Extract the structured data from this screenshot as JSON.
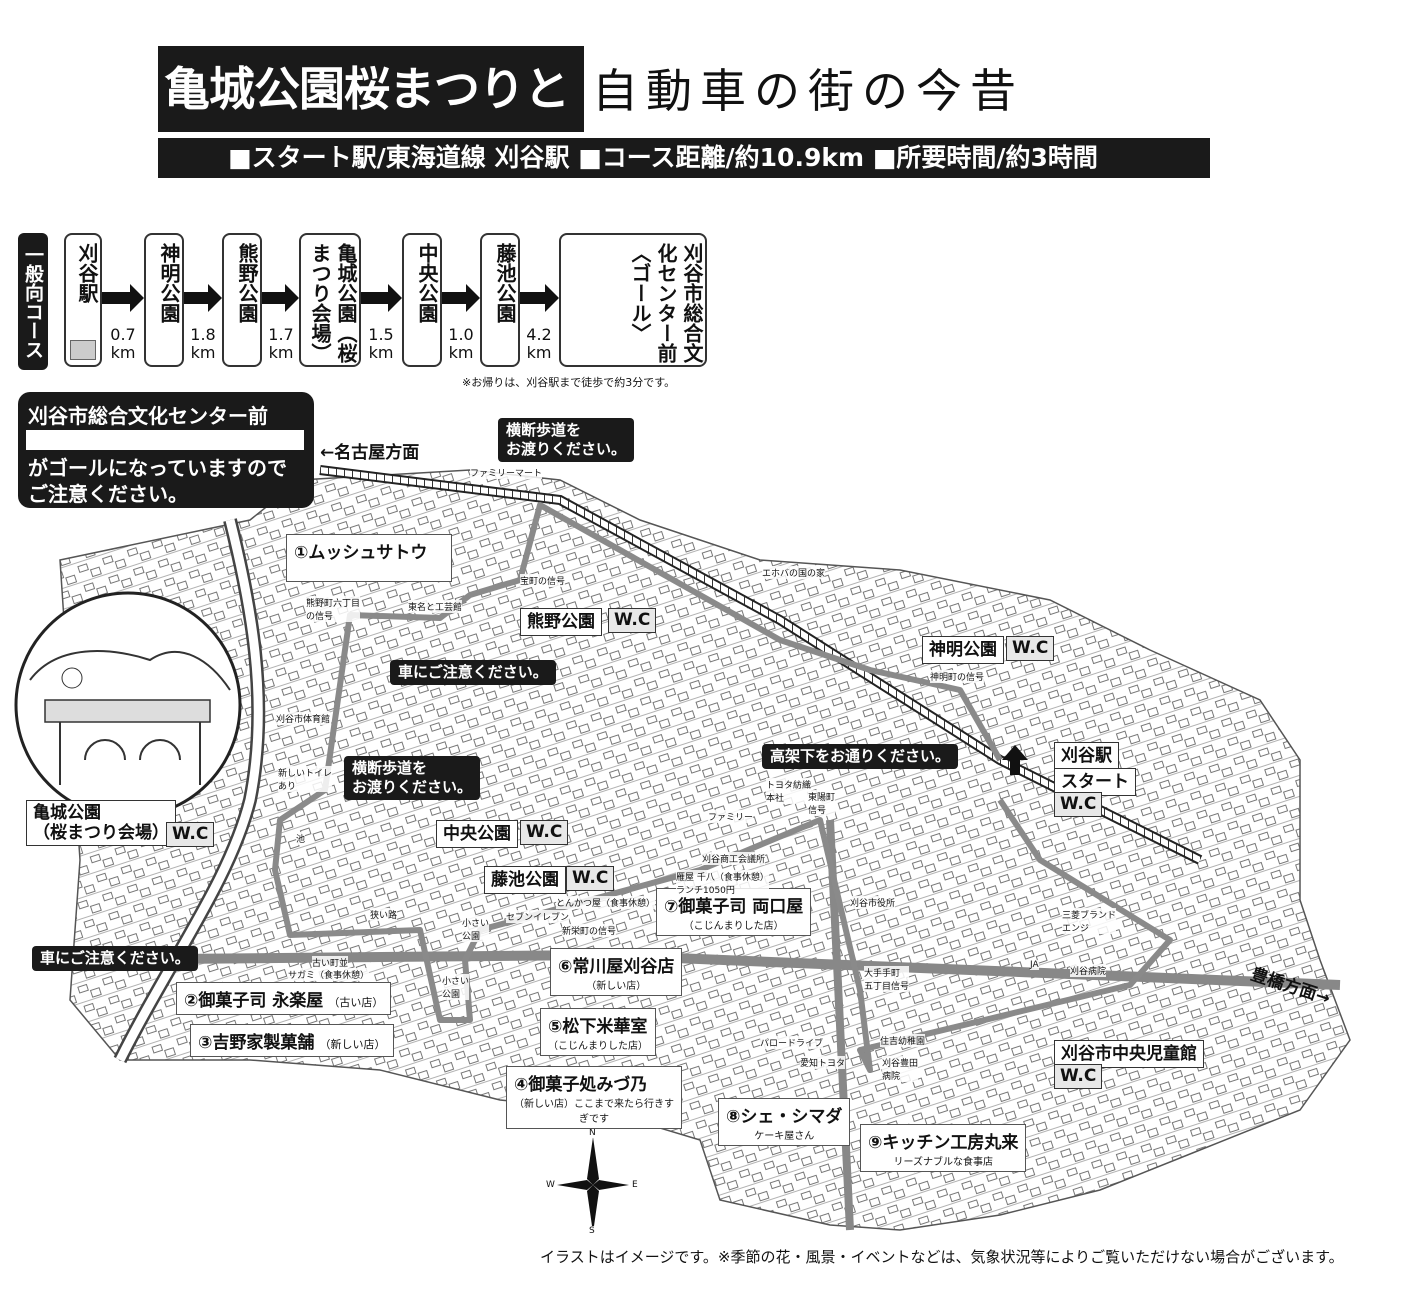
{
  "title": {
    "main": "亀城公園桜まつりと",
    "sub": "自動車の街の今昔"
  },
  "info": {
    "line": "■スタート駅/東海道線 刈谷駅 ■コース距離/約10.9km ■所要時間/約3時間"
  },
  "course": {
    "label": "一般向コース",
    "stops": [
      "刈谷駅",
      "神明公園",
      "熊野公園",
      "亀城公園（桜まつり会場）",
      "中央公園",
      "藤池公園",
      "〈ゴール〉",
      "刈谷市総合文化センター前"
    ],
    "distances": [
      "0.7 km",
      "1.8 km",
      "1.7 km",
      "1.5 km",
      "1.0 km",
      "4.2 km"
    ],
    "return_note": "※お帰りは、刈谷駅まで徒歩で約3分です。"
  },
  "goal_box": {
    "line1": "刈谷市総合文化センター前",
    "line2": "がゴールになっていますので",
    "line3": "ご注意ください。"
  },
  "callouts": {
    "crosswalk_top": [
      "横断歩道を",
      "お渡りください。"
    ],
    "car_caution_center": "車にご注意ください。",
    "crosswalk_mid": [
      "横断歩道を",
      "お渡りください。"
    ],
    "car_caution_left": "車にご注意ください。",
    "under_elevated": "高架下をお通りください。"
  },
  "directions": {
    "nagoya": "←名古屋方面",
    "toyohashi": "豊橋方面→"
  },
  "places": {
    "kumano_park": "熊野公園",
    "shinmei_park": "神明公園",
    "kariya_station": "刈谷駅",
    "start": "スタート",
    "kijo_park": [
      "亀城公園",
      "（桜まつり会場）"
    ],
    "chuo_park": "中央公園",
    "fujiike_park": "藤池公園",
    "children_hall": "刈谷市中央児童館",
    "wc": "W.C"
  },
  "shops": [
    {
      "name": "①ムッシュサトウ",
      "sub": ""
    },
    {
      "name": "②御菓子司 永楽屋",
      "sub": "（古い店）"
    },
    {
      "name": "③吉野家製菓舗",
      "sub": "（新しい店）"
    },
    {
      "name": "④御菓子処みづ乃",
      "sub": "（新しい店）ここまで来たら行きすぎです"
    },
    {
      "name": "⑤松下米華室",
      "sub": "（こじんまりした店）"
    },
    {
      "name": "⑥常川屋刈谷店",
      "sub": "（新しい店）"
    },
    {
      "name": "⑦御菓子司 両口屋",
      "sub": "（こじんまりした店）"
    },
    {
      "name": "⑧シェ・シマダ",
      "sub": "ケーキ屋さん"
    },
    {
      "name": "⑨キッチン工房丸来",
      "sub": "リーズナブルな食事店"
    }
  ],
  "small_labels": {
    "family_mart_top": "ファミリーマート",
    "takaramachi": "宝町の信号",
    "tomei": "東名と工芸館",
    "kumanocho": [
      "熊野町六丁目",
      "の信号"
    ],
    "gym": "刈谷市体育館",
    "new_toilet": [
      "新しいトイレ",
      "あり"
    ],
    "ehoba": "エホバの国の家",
    "shinmei_signal": "神明町の信号",
    "toyota_boshoku": [
      "トヨタ紡織",
      "本社"
    ],
    "higashiyotsuya": [
      "東陽町",
      "信号"
    ],
    "family_mart_mid": "ファミリー",
    "kariya_chamber": "刈谷商工会議所",
    "tonkatsu": "とんかつ屋（食事休憩）",
    "ganya": [
      "雁屋 千八（食事休憩）",
      "ランチ1050円"
    ],
    "seven": "セブンイレブン",
    "shinsakae": "新栄町の信号",
    "city_hall": "刈谷市役所",
    "mitsubishi": [
      "三菱ブランド",
      "エンジ"
    ],
    "ja": "JA",
    "kariya_hospital": "刈谷病院",
    "ote": [
      "大手手町",
      "五丁目信号"
    ],
    "narrow": "狭い路",
    "furui": "古い町並",
    "sagami": "サガミ（食事休憩）",
    "small_park1": [
      "小さい",
      "公園"
    ],
    "small_park2": [
      "小さい",
      "公園"
    ],
    "pond": "池",
    "parode": "パロードライブ",
    "aichi_toyota": "愛知トヨタ",
    "sumiyoshi": "住吉幼稚園",
    "kariya_toyota": [
      "刈谷豊田",
      "病院"
    ]
  },
  "compass": {
    "n": "N",
    "s": "S",
    "e": "E",
    "w": "W"
  },
  "footer": "イラストはイメージです。※季節の花・風景・イベントなどは、気象状況等によりご覧いただけない場合がございます。"
}
